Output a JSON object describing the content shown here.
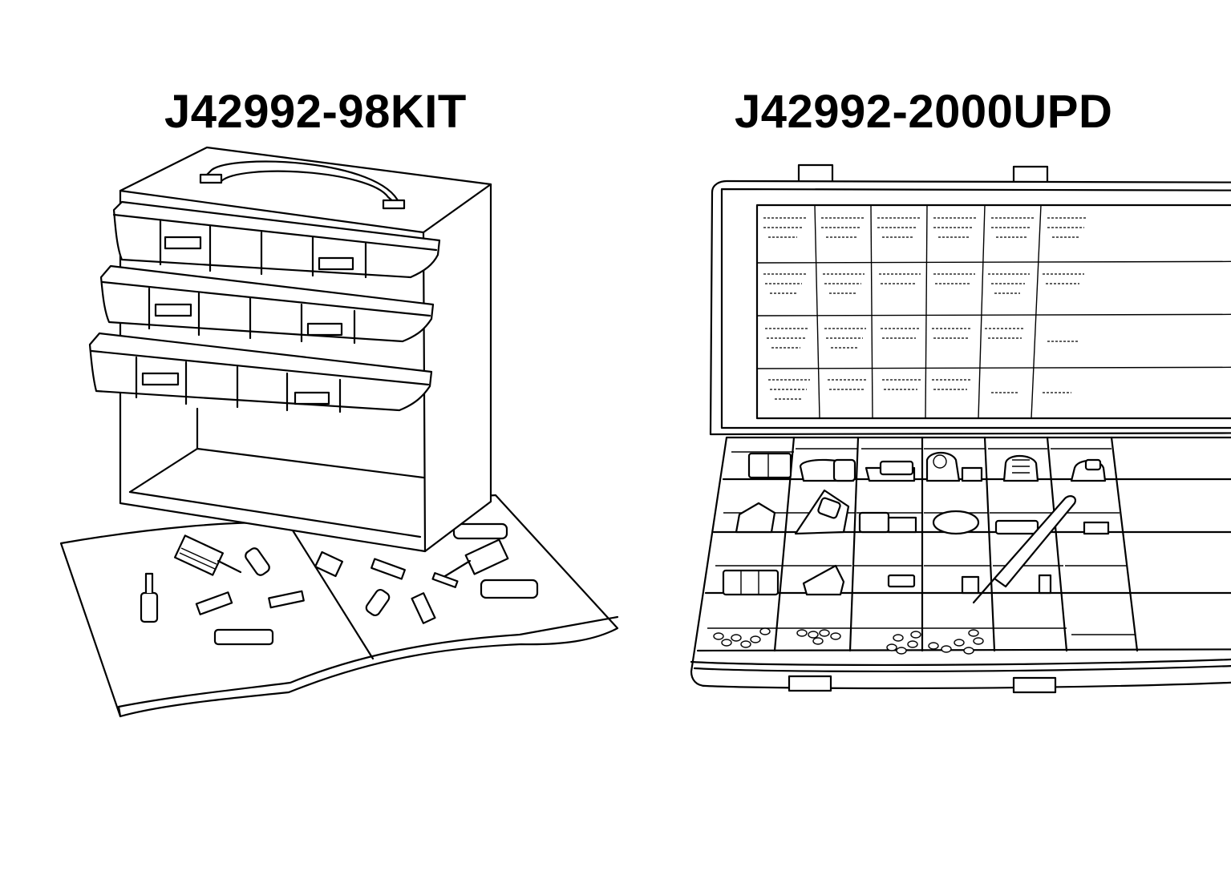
{
  "labels": {
    "left_kit": "J42992-98KIT",
    "right_kit": "J42992-2000UPD"
  },
  "illustrations": {
    "left": "drawer-cabinet-with-book",
    "right": "open-compartment-case"
  },
  "colors": {
    "ink": "#000000",
    "paper": "#ffffff"
  }
}
